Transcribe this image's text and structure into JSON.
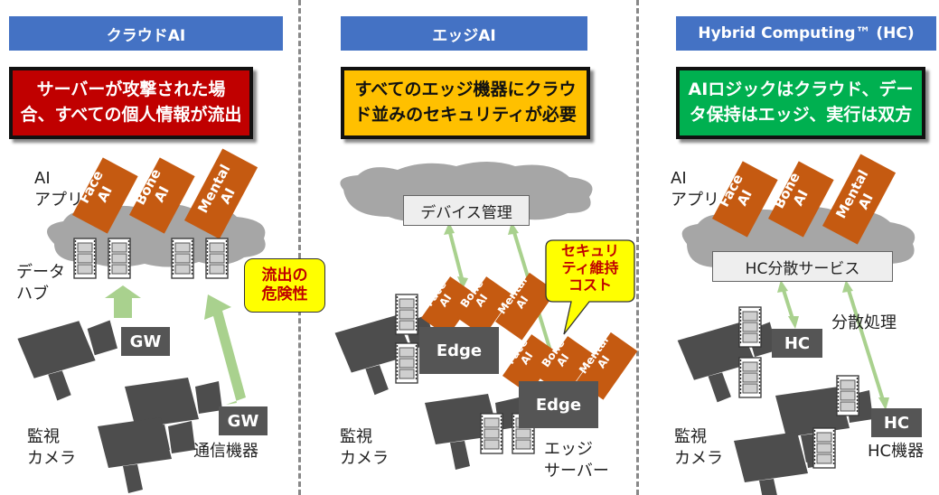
{
  "columns": {
    "cloud": {
      "header": "クラウドAI",
      "callout": "サーバーが攻撃された場合、すべての個人情報が流出",
      "app_label": "AI\nアプリ",
      "hub_label": "データ\nハブ",
      "risk_label": "流出の\n危険性",
      "gw_label": "GW",
      "camera_label": "監視\nカメラ",
      "comm_label": "通信機器"
    },
    "edge": {
      "header": "エッジAI",
      "callout": "すべてのエッジ機器にクラウド並みのセキュリティが必要",
      "device_mgmt": "デバイス管理",
      "cost_label": "セキュリ\nティ維持\nコスト",
      "edge_box": "Edge",
      "camera_label": "監視\nカメラ",
      "server_label": "エッジ\nサーバー"
    },
    "hybrid": {
      "header": "Hybrid Computing™ (HC)",
      "callout": "AIロジックはクラウド、データ保持はエッジ、実行は双方",
      "app_label": "AI\nアプリ",
      "service_label": "HC分散サービス",
      "distributed_label": "分散処理",
      "hc_box": "HC",
      "camera_label": "監視\nカメラ",
      "device_label": "HC機器"
    }
  },
  "apps": {
    "face": [
      "Face",
      "AI"
    ],
    "bone": [
      "Bone",
      "AI"
    ],
    "mental": [
      "Mental",
      "AI"
    ]
  },
  "colors": {
    "header_blue": "#4472c4",
    "cloud_callout": "#c00000",
    "edge_callout": "#ffc000",
    "hybrid_callout": "#00b050",
    "app_orange": "#c55a11",
    "arrow_green": "#a9d18e",
    "cloud_gray": "#a6a6a6",
    "device_gray": "#555555"
  }
}
